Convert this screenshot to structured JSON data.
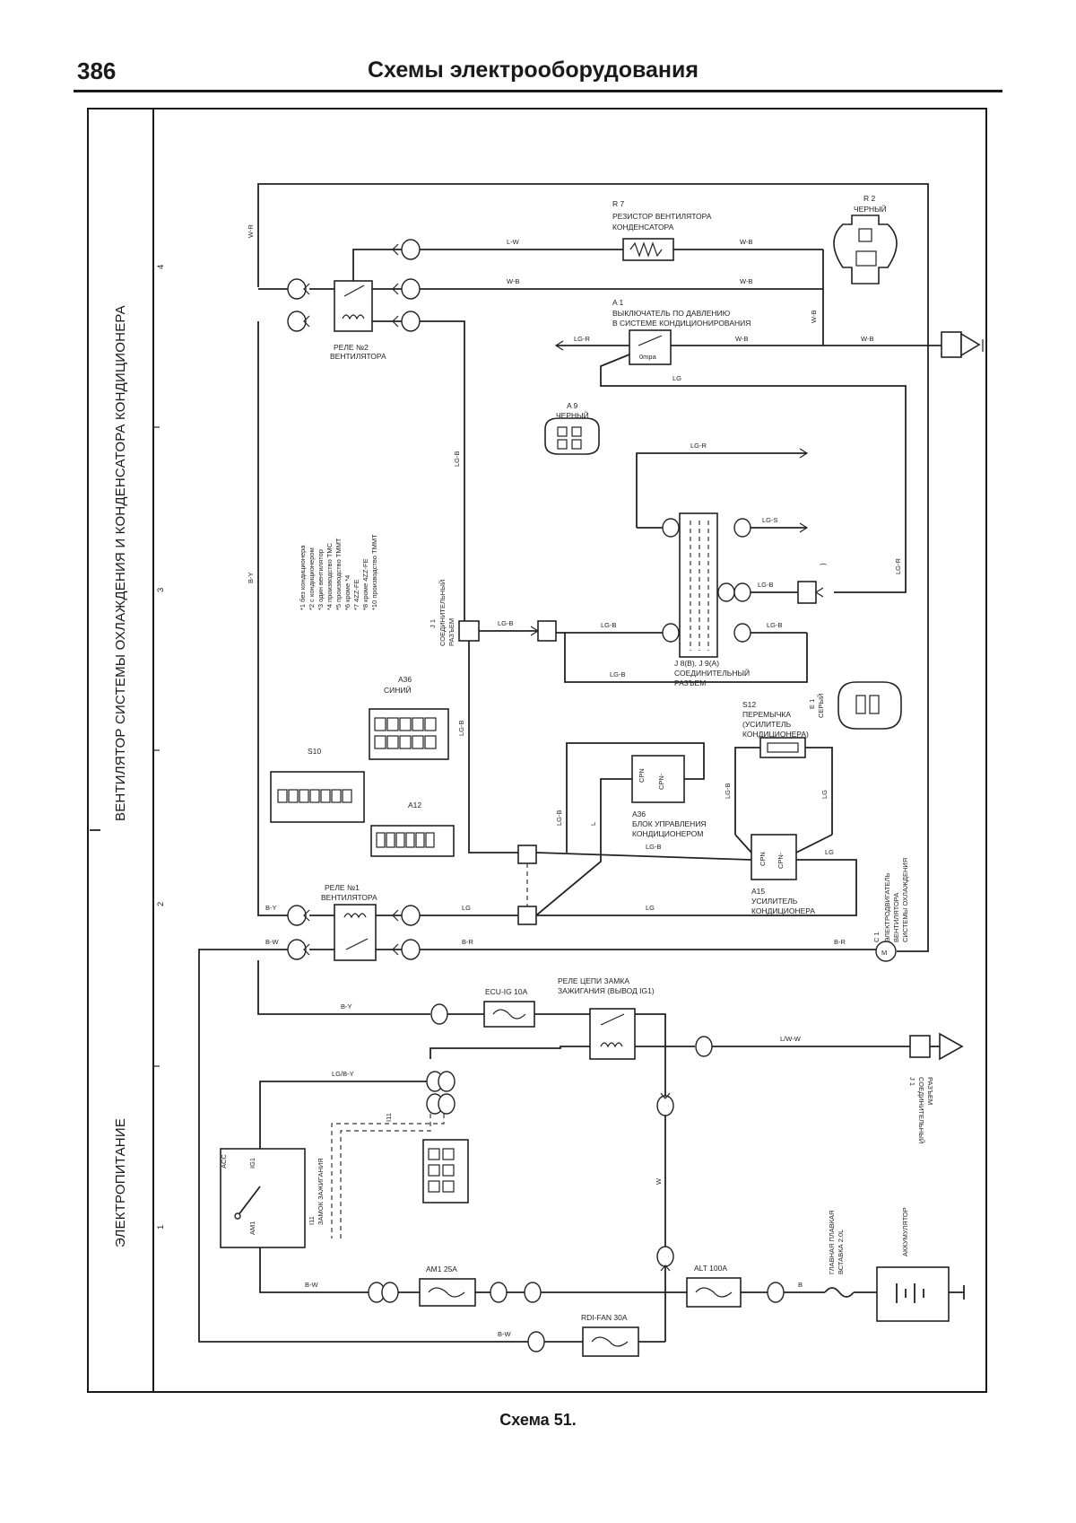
{
  "header": {
    "page_number": "386",
    "title": "Схемы электрооборудования"
  },
  "side_strip": {
    "section_cooling_fan": "ВЕНТИЛЯТОР СИСТЕМЫ ОХЛАЖДЕНИЯ И КОНДЕНСАТОРА КОНДИЦИОНЕРА",
    "section_power": "ЭЛЕКТРОПИТАНИЕ",
    "grid_numbers": [
      "4",
      "3",
      "2",
      "1"
    ]
  },
  "components": {
    "r7_code": "R 7",
    "r7_name": "РЕЗИСТОР ВЕНТИЛЯТОРА",
    "r7_name2": "КОНДЕНСАТОРА",
    "r2_code": "R 2",
    "r2_color": "ЧЕРНЫЙ",
    "a1_code": "A 1",
    "a1_name": "ВЫКЛЮЧАТЕЛЬ ПО ДАВЛЕНИЮ",
    "a1_name2": "В СИСТЕМЕ КОНДИЦИОНИРОВАНИЯ",
    "relay2_name": "РЕЛЕ №2",
    "relay2_name2": "ВЕНТИЛЯТОРА",
    "a9_code": "A 9",
    "a9_color": "ЧЕРНЫЙ",
    "j1_code": "J 1",
    "j1_name": "СОЕДИНИТЕЛЬНЫЙ",
    "j1_name2": "РАЗЪЕМ",
    "j8_code": "J 8(B), J 9(A)",
    "j8_name": "СОЕДИНИТЕЛЬНЫЙ",
    "j8_name2": "РАЗЪЕМ",
    "a36_code": "A36",
    "a36_name": "БЛОК УПРАВЛЕНИЯ",
    "a36_name2": "КОНДИЦИОНЕРОМ",
    "a36c_code": "A36",
    "a36c_color": "СИНИЙ",
    "s12_code": "S12",
    "s12_name": "ПЕРЕМЫЧКА",
    "s12_name2": "(УСИЛИТЕЛЬ",
    "s12_name3": "КОНДИЦИОНЕРА)",
    "e1_code": "E 1",
    "e1_color": "СЕРЫЙ",
    "s10_code": "S10",
    "a15_code": "A15",
    "a15_name": "УСИЛИТЕЛЬ",
    "a15_name2": "КОНДИЦИОНЕРА",
    "relay1_name": "РЕЛЕ №1",
    "relay1_name2": "ВЕНТИЛЯТОРА",
    "motor_code": "C 1",
    "motor_name": "ЭЛЕКТРОДВИГАТЕЛЬ",
    "motor_name2": "ВЕНТИЛЯТОРА",
    "motor_name3": "СИСТЕМЫ ОХЛАЖДЕНИЯ",
    "ign_relay_name": "РЕЛЕ ЦЕПИ ЗАМКА",
    "ign_relay_name2": "ЗАЖИГАНИЯ (ВЫВОД IG1)",
    "ign_switch_code": "I11",
    "ign_switch_name": "ЗАМОК ЗАЖИГАНИЯ",
    "i11_conn_code": "I11",
    "j1b_code": "J 1",
    "j1b_name": "СОЕДИНИТЕЛЬНЫЙ",
    "j1b_name2": "РАЗЪЕМ",
    "main_fuse_name": "ГЛАВНАЯ ПЛАВКАЯ",
    "main_fuse_name2": "ВСТАВКА 2.0L",
    "battery_name": "АККУМУЛЯТОР"
  },
  "fuses": {
    "ecu_ig": "ECU-IG 10A",
    "am1": "AM1 25A",
    "alt": "ALT 100A",
    "rdi_fan": "RDI-FAN 30A"
  },
  "switch_labels": {
    "acc": "ACC",
    "ig1": "IG1",
    "am1": "AM1"
  },
  "wires": {
    "w_b": "W-B",
    "l_w": "L-W",
    "lg_r": "LG-R",
    "lg_b": "LG-B",
    "lg": "LG",
    "l": "L",
    "b_y": "B-Y",
    "b_w": "B-W",
    "b_r": "B-R",
    "w": "W",
    "l_w2": "L/W-W",
    "lg_b_y": "LG/B-Y",
    "b": "B",
    "b_w2": "B-W",
    "w_r": "W-R",
    "lg_s": "LG-S"
  },
  "caption": "Схема 51."
}
